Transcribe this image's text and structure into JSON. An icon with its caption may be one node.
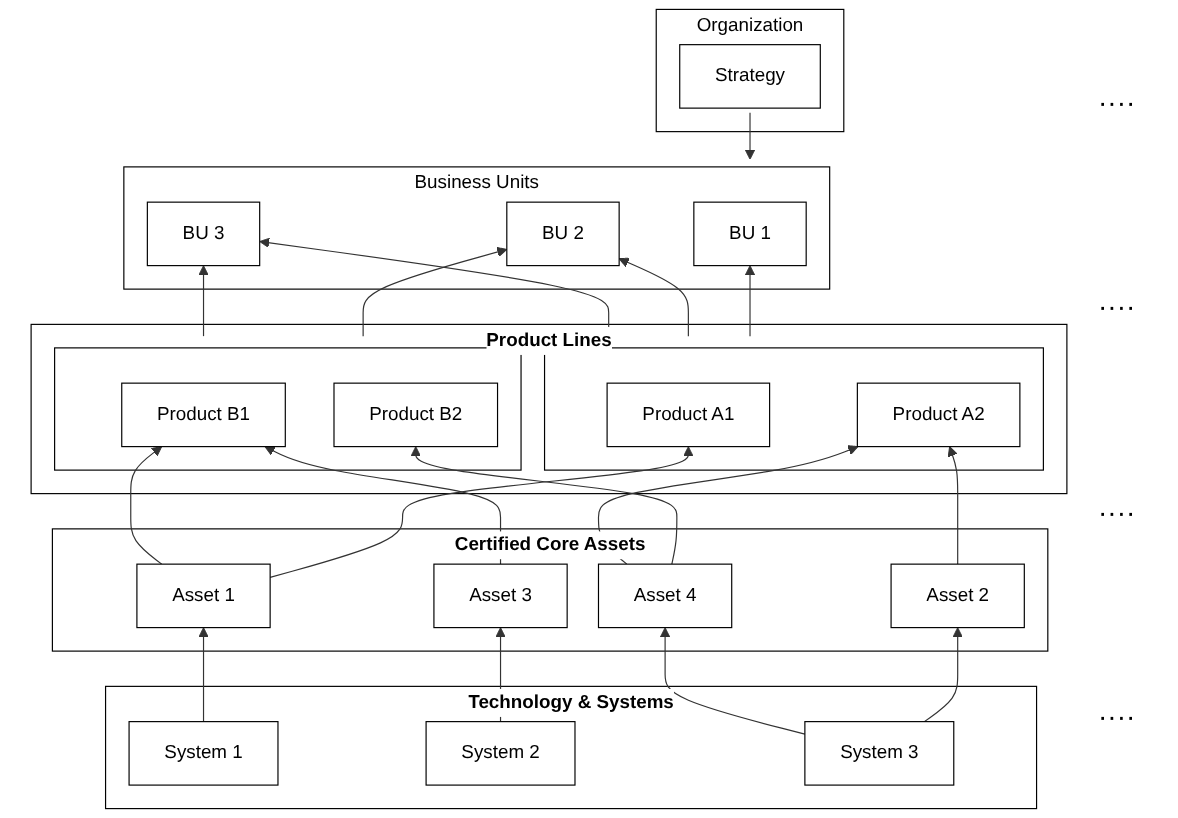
{
  "diagram": {
    "nodes": [
      {
        "text": [
          "Organization"
        ]
      },
      {
        "text": [
          "Strategy"
        ],
        "in": 0
      },
      {
        "text": [
          "Business Units"
        ]
      },
      {
        "text": [
          "BU 1"
        ],
        "in": 2
      },
      {
        "text": [
          "BU 2"
        ],
        "in": 2
      },
      {
        "text": [
          "BU 3"
        ],
        "in": 2
      },
      {
        "text": [
          "Product Lines"
        ]
      },
      {
        "text": [],
        "shape": "box",
        "in": 6
      },
      {
        "text": [
          "Product A1"
        ],
        "in": 7
      },
      {
        "text": [
          "Product A2"
        ],
        "in": 7
      },
      {
        "text": [],
        "shape": "box",
        "in": 6
      },
      {
        "text": [
          "Product B1"
        ],
        "in": 10
      },
      {
        "text": [
          "Product B2"
        ],
        "in": 10
      },
      {
        "text": [
          "Certified Core Assets"
        ]
      },
      {
        "text": [
          "Asset 1"
        ],
        "in": 13
      },
      {
        "text": [
          "Asset 2"
        ],
        "in": 13
      },
      {
        "text": [
          "Asset 3"
        ],
        "in": 13
      },
      {
        "text": [
          "Asset 4"
        ],
        "in": 13
      },
      {
        "text": [
          "Technology & Systems"
        ]
      },
      {
        "text": [
          "System 1"
        ],
        "in": 18
      },
      {
        "text": [
          "System 2"
        ],
        "in": 18
      },
      {
        "text": [
          "System 3"
        ],
        "in": 18
      }
    ],
    "edges": [
      {
        "from": 1,
        "to": 2,
        "arrow": "to"
      },
      {
        "from": 7,
        "to": 3,
        "arrow": "to"
      },
      {
        "from": 7,
        "to": 4,
        "arrow": "to"
      },
      {
        "from": 7,
        "to": 5,
        "arrow": "to"
      },
      {
        "from": 10,
        "to": 4,
        "arrow": "to"
      },
      {
        "from": 10,
        "to": 5,
        "arrow": "to"
      },
      {
        "from": 14,
        "to": 8,
        "arrow": "to"
      },
      {
        "from": 14,
        "to": 11,
        "arrow": "to"
      },
      {
        "from": 15,
        "to": 9,
        "arrow": "to"
      },
      {
        "from": 16,
        "to": 11,
        "arrow": "to"
      },
      {
        "from": 17,
        "to": 12,
        "arrow": "to"
      },
      {
        "from": 17,
        "to": 9,
        "arrow": "to"
      },
      {
        "from": 19,
        "to": 14,
        "arrow": "to"
      },
      {
        "from": 20,
        "to": 16,
        "arrow": "to"
      },
      {
        "from": 21,
        "to": 15,
        "arrow": "to"
      },
      {
        "from": 21,
        "to": 17,
        "arrow": "to"
      }
    ],
    "labels": [
      "····",
      "····",
      "····",
      "····"
    ]
  }
}
